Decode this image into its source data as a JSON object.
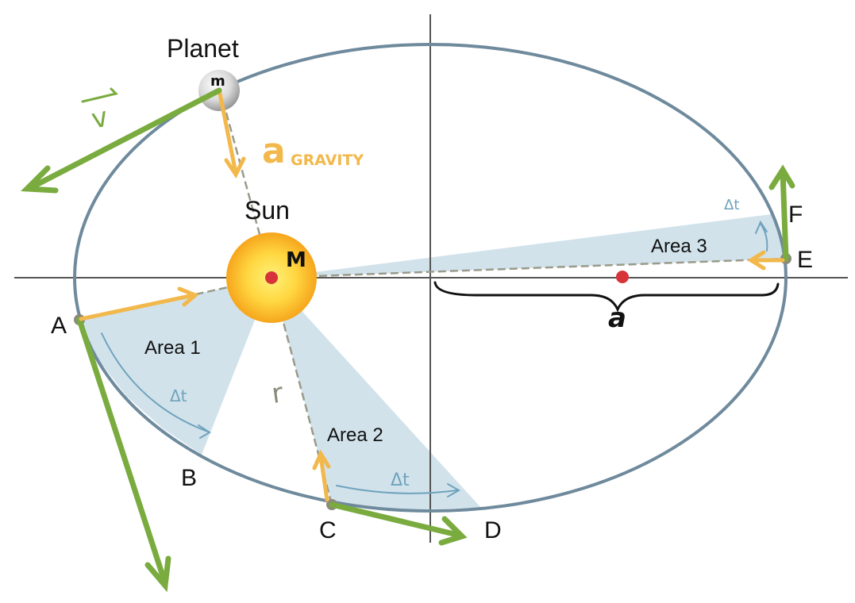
{
  "labels": {
    "planet": "Planet",
    "sun": "Sun",
    "planet_mass": "m",
    "sun_mass": "M",
    "velocity": "v",
    "acceleration": "a",
    "acceleration_subscript": "GRAVITY",
    "radius": "r",
    "semi_major_axis": "a",
    "delta_t": "Δt"
  },
  "points": {
    "a": "A",
    "b": "B",
    "c": "C",
    "d": "D",
    "e": "E",
    "f": "F"
  },
  "areas": {
    "area1": "Area 1",
    "area2": "Area 2",
    "area3": "Area 3"
  },
  "colors": {
    "orbit": "#6e8a9c",
    "axes": "#555555",
    "sector_fill": "#c9dde8",
    "velocity_arrow": "#7aab3f",
    "gravity_arrow": "#f2b84b",
    "delta_t_arrow": "#6fa3bd",
    "focus_dot": "#d6343a",
    "sun_core": "#ffd640",
    "sun_edge": "#f6a51c",
    "planet_body": "#d9d9d9",
    "point_marker": "#8a8a7a",
    "brace": "#111111"
  }
}
